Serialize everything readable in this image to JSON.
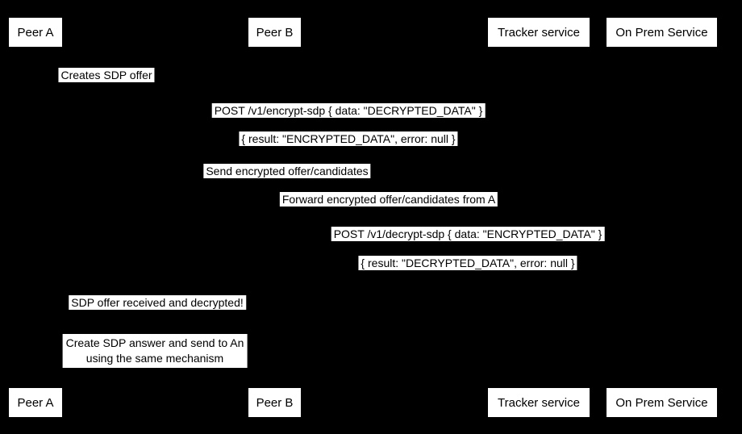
{
  "diagram": {
    "colors": {
      "background": "#000000",
      "box_fill": "#ffffff",
      "text": "#000000"
    },
    "participants": [
      {
        "label": "Peer A"
      },
      {
        "label": "Peer B"
      },
      {
        "label": "Tracker service"
      },
      {
        "label": "On Prem Service"
      }
    ],
    "events": [
      {
        "text": "Creates SDP offer"
      },
      {
        "text": "POST /v1/encrypt-sdp { data: \"DECRYPTED_DATA\" }"
      },
      {
        "text": "{ result: \"ENCRYPTED_DATA\", error: null }"
      },
      {
        "text": "Send encrypted offer/candidates"
      },
      {
        "text": "Forward encrypted offer/candidates from A"
      },
      {
        "text": "POST /v1/decrypt-sdp { data: \"ENCRYPTED_DATA\" }"
      },
      {
        "text": "{ result: \"DECRYPTED_DATA\", error: null }"
      },
      {
        "text": "SDP offer received and decrypted!"
      },
      {
        "text": "Create SDP answer and send to An\nusing the same mechanism"
      }
    ]
  }
}
